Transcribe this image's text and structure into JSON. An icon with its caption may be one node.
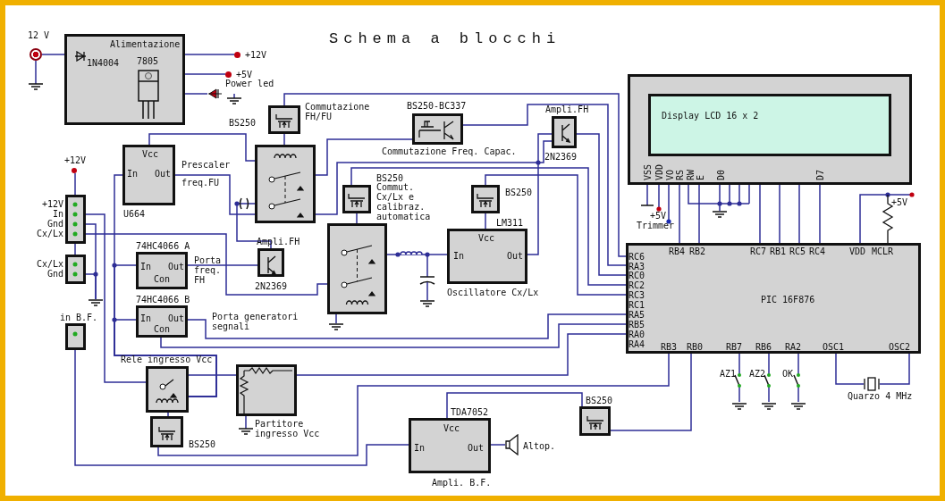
{
  "diagram": {
    "title": "Schema a blocchi",
    "nodes": [
      {
        "text": [
          "Alimentazione",
          "1N4004",
          "7805"
        ]
      },
      {
        "text": [],
        "shape": "circle",
        "beside": [
          "12 V"
        ]
      },
      {
        "text": [
          "+12V"
        ]
      },
      {
        "text": [
          "+5V"
        ]
      },
      {
        "text": [
          "Power led"
        ]
      },
      {
        "text": [
          "BS250",
          "Commutazione FH/FU"
        ]
      },
      {
        "text": [],
        "shape": "box"
      },
      {
        "text": [
          "Vcc",
          "In",
          "Out",
          "U664"
        ],
        "beside": [
          "Prescaler",
          "freq.FU"
        ]
      },
      {
        "text": [
          "BS250-BC337",
          "Commutazione Freq. Capac."
        ]
      },
      {
        "text": [
          "Ampli.FH",
          "2N2369"
        ]
      },
      {
        "text": [
          "BS250",
          "Commut. Cx/Lx e calibraz. automatica"
        ]
      },
      {
        "text": [],
        "shape": "box"
      },
      {
        "text": [
          "BS250"
        ]
      },
      {
        "text": [
          "LM311",
          "Vcc",
          "In",
          "Out",
          "Oscillatore Cx/Lx"
        ]
      },
      {
        "text": [
          "Display LCD 16 x 2"
        ]
      },
      {
        "text": [
          "PIC 16F876"
        ]
      },
      {
        "text": [],
        "shape": "box",
        "beside": [
          "+12V",
          "In",
          "Gnd",
          "Cx/Lx"
        ]
      },
      {
        "text": [],
        "shape": "box",
        "beside": [
          "Cx/Lx",
          "Gnd"
        ]
      },
      {
        "text": [
          "in B.F."
        ]
      },
      {
        "text": [
          "74HC4066 A",
          "In",
          "Out",
          "Con"
        ],
        "beside": [
          "Porta freq. FH"
        ]
      },
      {
        "text": [
          "Ampli.FH",
          "2N2369"
        ]
      },
      {
        "text": [
          "74HC4066 B",
          "In",
          "Out",
          "Con"
        ],
        "beside": [
          "Porta generatori segnali"
        ]
      },
      {
        "text": [
          "Rele ingresso Vcc"
        ]
      },
      {
        "text": [
          "BS250"
        ]
      },
      {
        "text": [
          "Partitore ingresso Vcc"
        ]
      },
      {
        "text": [
          "TDA7052",
          "Vcc",
          "In",
          "Out",
          "Ampli. B.F."
        ]
      },
      {
        "text": [],
        "shape": "picture",
        "beside": [
          "Altop."
        ]
      },
      {
        "text": [
          "BS250"
        ]
      },
      {
        "text": [
          "+12V"
        ]
      },
      {
        "text": [],
        "shape": "ground"
      },
      {
        "text": [],
        "shape": "ground"
      }
    ],
    "edges": [
      {
        "from": 1,
        "to": 0,
        "arrow": "none"
      },
      {
        "from": 0,
        "to": 2,
        "arrow": "none"
      },
      {
        "from": 0,
        "to": 3,
        "arrow": "none"
      },
      {
        "from": 0,
        "to": 4,
        "arrow": "none"
      },
      {
        "from": 5,
        "to": 15,
        "arrow": "none"
      },
      {
        "from": 5,
        "to": 6,
        "arrow": "none"
      },
      {
        "from": 8,
        "to": 15,
        "arrow": "none"
      },
      {
        "from": 8,
        "to": 6,
        "arrow": "none"
      },
      {
        "from": 9,
        "to": 15,
        "arrow": "none"
      },
      {
        "from": 9,
        "to": 13,
        "arrow": "none"
      },
      {
        "from": 6,
        "to": 9,
        "arrow": "none"
      },
      {
        "from": 10,
        "to": 15,
        "arrow": "none"
      },
      {
        "from": 10,
        "to": 11,
        "arrow": "none"
      },
      {
        "from": 12,
        "to": 15,
        "arrow": "none"
      },
      {
        "from": 12,
        "to": 13,
        "arrow": "none"
      },
      {
        "from": 11,
        "to": 13,
        "arrow": "none"
      },
      {
        "from": 16,
        "to": 11,
        "arrow": "none"
      },
      {
        "from": 7,
        "to": 6,
        "arrow": "none"
      },
      {
        "from": 7,
        "to": 6,
        "arrow": "none"
      },
      {
        "from": 20,
        "to": 6,
        "arrow": "none"
      },
      {
        "from": 19,
        "to": 20,
        "arrow": "none"
      },
      {
        "from": 21,
        "to": 15,
        "arrow": "none"
      },
      {
        "from": 21,
        "to": 15,
        "arrow": "none"
      },
      {
        "from": 16,
        "to": 17,
        "arrow": "none"
      },
      {
        "from": 28,
        "to": 16,
        "arrow": "none"
      },
      {
        "from": 16,
        "to": 22,
        "arrow": "none"
      },
      {
        "from": 22,
        "to": 7,
        "arrow": "none"
      },
      {
        "from": 22,
        "to": 19,
        "arrow": "none"
      },
      {
        "from": 22,
        "to": 21,
        "arrow": "none"
      },
      {
        "from": 22,
        "to": 24,
        "arrow": "none"
      },
      {
        "from": 24,
        "to": 15,
        "arrow": "none"
      },
      {
        "from": 22,
        "to": 23,
        "arrow": "none"
      },
      {
        "from": 23,
        "to": 15,
        "arrow": "none"
      },
      {
        "from": 18,
        "to": 25,
        "arrow": "none"
      },
      {
        "from": 27,
        "to": 25,
        "arrow": "none"
      },
      {
        "from": 27,
        "to": 15,
        "arrow": "none"
      },
      {
        "from": 25,
        "to": 26,
        "arrow": "none"
      },
      {
        "from": 14,
        "to": 15,
        "arrow": "none"
      },
      {
        "from": 14,
        "to": 15,
        "arrow": "none"
      },
      {
        "from": 14,
        "to": 15,
        "arrow": "none"
      },
      {
        "from": 14,
        "to": 15,
        "arrow": "none"
      },
      {
        "from": 14,
        "to": 15,
        "arrow": "none"
      },
      {
        "from": 14,
        "to": 15,
        "arrow": "none"
      },
      {
        "from": 11,
        "to": 29,
        "arrow": "none"
      },
      {
        "from": 16,
        "to": 30,
        "arrow": "none"
      },
      {
        "from": 17,
        "to": 30,
        "arrow": "none"
      }
    ],
    "labels": [
      "VSS",
      "VDD",
      "VO",
      "RS",
      "RW",
      "E",
      "D0",
      "D7",
      "+5V",
      "+5V",
      "Trimmer",
      "RB4",
      "RB2",
      "RC7",
      "RB1",
      "RC5",
      "RC4",
      "VDD",
      "MCLR",
      "RC6",
      "RA3",
      "RC0",
      "RC2",
      "RC3",
      "RC1",
      "RA5",
      "RB5",
      "RA0",
      "RA4",
      "RB3",
      "RB0",
      "RB7",
      "RB6",
      "RA2",
      "OSC1",
      "OSC2",
      "AZ1",
      "AZ2",
      "OK",
      "Quarzo 4 MHz"
    ]
  }
}
